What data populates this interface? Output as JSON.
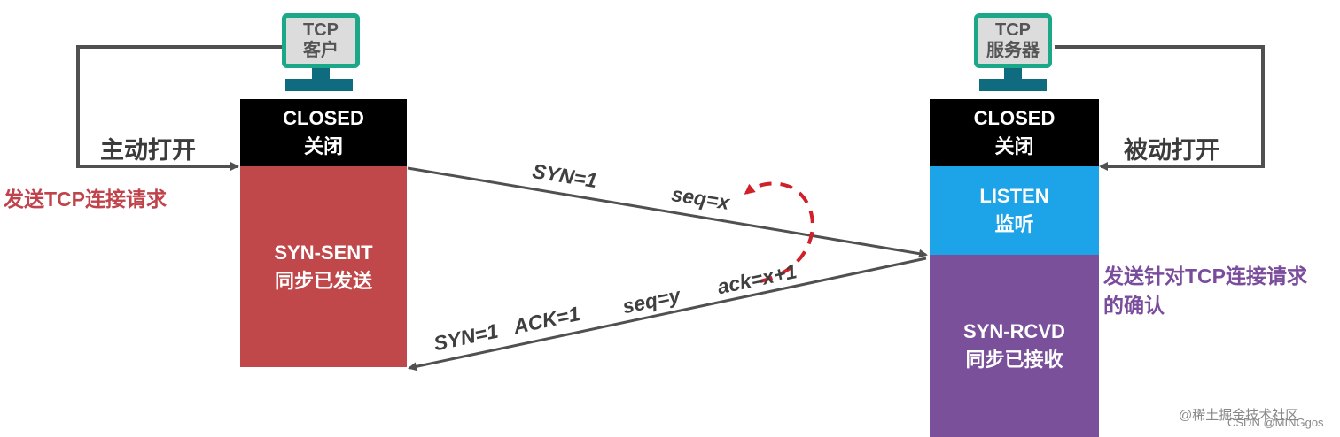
{
  "client": {
    "icon_line1": "TCP",
    "icon_line2": "客户",
    "closed_en": "CLOSED",
    "closed_cn": "关闭",
    "sent_en": "SYN-SENT",
    "sent_cn": "同步已发送",
    "open_action": "主动打开",
    "request_note": "发送TCP连接请求"
  },
  "server": {
    "icon_line1": "TCP",
    "icon_line2": "服务器",
    "closed_en": "CLOSED",
    "closed_cn": "关闭",
    "listen_en": "LISTEN",
    "listen_cn": "监听",
    "rcvd_en": "SYN-RCVD",
    "rcvd_cn": "同步已接收",
    "open_action": "被动打开",
    "ack_note_line1": "发送针对TCP连接请求",
    "ack_note_line2": "的确认"
  },
  "messages": {
    "m1_syn": "SYN=1",
    "m1_seq": "seq=x",
    "m2_ack_num": "ack=x+1",
    "m2_seq": "seq=y",
    "m2_flags": "SYN=1   ACK=1"
  },
  "watermarks": {
    "csdn": "CSDN @MINGgos",
    "juejin": "@稀土掘金技术社区"
  },
  "colors": {
    "teal": "#1aa889",
    "dark_teal": "#0f6c7f",
    "sent_red": "#c0474a",
    "listen_blue": "#1ca3e8",
    "rcvd_purple": "#7a509a",
    "arrow_gray": "#505050",
    "dashed_red": "#d0202a"
  }
}
